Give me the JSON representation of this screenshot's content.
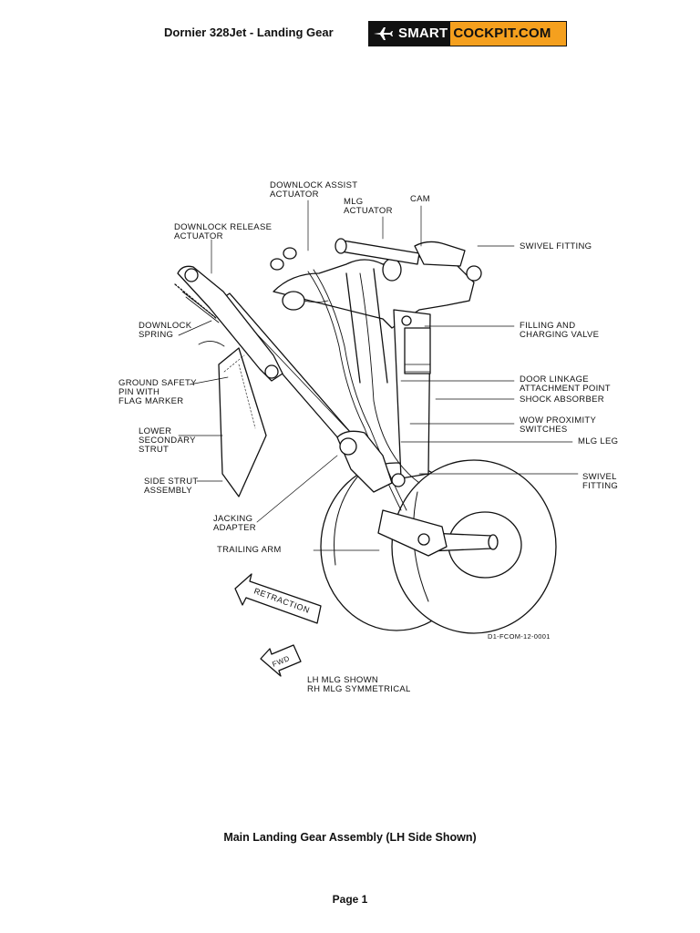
{
  "header": {
    "title": "Dornier 328Jet - Landing Gear",
    "logo_part1": "SMART",
    "logo_part2": "COCKPIT.COM"
  },
  "diagram": {
    "callouts": {
      "downlock_assist_actuator": "DOWNLOCK ASSIST\nACTUATOR",
      "mlg_actuator": "MLG\nACTUATOR",
      "cam": "CAM",
      "downlock_release_actuator": "DOWNLOCK RELEASE\nACTUATOR",
      "swivel_fitting_top": "SWIVEL FITTING",
      "downlock_spring": "DOWNLOCK\nSPRING",
      "filling_charging_valve": "FILLING AND\nCHARGING VALVE",
      "ground_safety_pin": "GROUND SAFETY\nPIN WITH\nFLAG MARKER",
      "door_linkage": "DOOR LINKAGE\nATTACHMENT POINT",
      "shock_absorber": "SHOCK ABSORBER",
      "lower_secondary_strut": "LOWER\nSECONDARY\nSTRUT",
      "wow_switches": "WOW PROXIMITY\nSWITCHES",
      "mlg_leg": "MLG LEG",
      "side_strut_assembly": "SIDE STRUT\nASSEMBLY",
      "swivel_fitting_bottom": "SWIVEL\nFITTING",
      "jacking_adapter": "JACKING\nADAPTER",
      "trailing_arm": "TRAILING ARM"
    },
    "retraction_label": "RETRACTION",
    "fwd_label": "FWD",
    "drawing_ref": "D1-FCOM-12-0001",
    "note": "LH MLG SHOWN\nRH MLG SYMMETRICAL"
  },
  "caption": "Main Landing Gear Assembly (LH Side Shown)",
  "footer": {
    "page": "Page 1"
  },
  "colors": {
    "logo_orange": "#f5a01e",
    "line": "#111111"
  }
}
